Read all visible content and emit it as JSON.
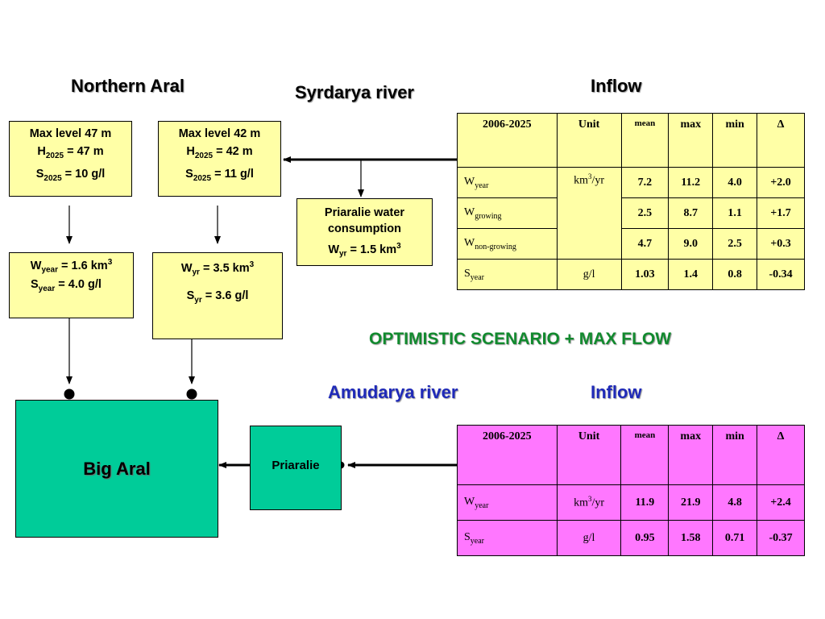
{
  "headings": {
    "northern_aral": "Northern Aral",
    "syrdarya_river": "Syrdarya river",
    "inflow_top": "Inflow",
    "scenario": "OPTIMISTIC SCENARIO + MAX FLOW",
    "amudarya_river": "Amudarya river",
    "inflow_bottom": "Inflow"
  },
  "boxes": {
    "box1": {
      "line1": "Max level 47 m",
      "h_sym": "H",
      "h_sub": "2025",
      "h_val": " = 47 m",
      "s_sym": "S",
      "s_sub": "2025",
      "s_val": " = 10 g/l"
    },
    "box2": {
      "line1": "Max level 42 m",
      "h_sym": "H",
      "h_sub": "2025",
      "h_val": " = 42 m",
      "s_sym": "S",
      "s_sub": "2025",
      "s_val": " = 11 g/l"
    },
    "box3": {
      "w_sym": "W",
      "w_sub": "year",
      "w_val": " = 1.6 km",
      "w_sup": "3",
      "s_sym": "S",
      "s_sub": "year",
      "s_val": " = 4.0 g/l"
    },
    "box4": {
      "w_sym": "W",
      "w_sub": "yr",
      "w_val": " = 3.5 km",
      "w_sup": "3",
      "s_sym": "S",
      "s_sub": "yr",
      "s_val": " = 3.6 g/l"
    },
    "priaralie_water": {
      "line1": "Priaralie water",
      "line2": "consumption",
      "w_sym": "W",
      "w_sub": "yr",
      "w_val": " = 1.5 km",
      "w_sup": "3"
    },
    "big_aral": "Big Aral",
    "priaralie": "Priaralie"
  },
  "syrdarya_table": {
    "header": {
      "period": "2006-2025",
      "unit": "Unit",
      "mean": "mean",
      "max": "max",
      "min": "min",
      "delta": "Δ"
    },
    "rows": [
      {
        "sym": "W",
        "sub": "year",
        "mean": "7.2",
        "max": "11.2",
        "min": "4.0",
        "delta": "+2.0"
      },
      {
        "sym": "W",
        "sub": "growing",
        "mean": "2.5",
        "max": "8.7",
        "min": "1.1",
        "delta": "+1.7"
      },
      {
        "sym": "W",
        "sub": "non-growing",
        "mean": "4.7",
        "max": "9.0",
        "min": "2.5",
        "delta": "+0.3"
      },
      {
        "sym": "S",
        "sub": "year",
        "mean": "1.03",
        "max": "1.4",
        "min": "0.8",
        "delta": "-0.34"
      }
    ],
    "unit_flow_base": "km",
    "unit_flow_sup": "3",
    "unit_flow_tail": "/yr",
    "unit_salinity": "g/l"
  },
  "amudarya_table": {
    "header": {
      "period": "2006-2025",
      "unit": "Unit",
      "mean": "mean",
      "max": "max",
      "min": "min",
      "delta": "Δ"
    },
    "rows": [
      {
        "sym": "W",
        "sub": "year",
        "unit_base": "km",
        "unit_sup": "3",
        "unit_tail": "/yr",
        "mean": "11.9",
        "max": "21.9",
        "min": "4.8",
        "delta": "+2.4"
      },
      {
        "sym": "S",
        "sub": "year",
        "unit_base": "g/l",
        "unit_sup": "",
        "unit_tail": "",
        "mean": "0.95",
        "max": "1.58",
        "min": "0.71",
        "delta": "-0.37"
      }
    ]
  },
  "colors": {
    "yellow_box": "#ffffa6",
    "green_box": "#00cc99",
    "magenta_table": "#ff77ff",
    "blue_heading": "#1f2ab8",
    "green_scenario": "#118a2e"
  }
}
